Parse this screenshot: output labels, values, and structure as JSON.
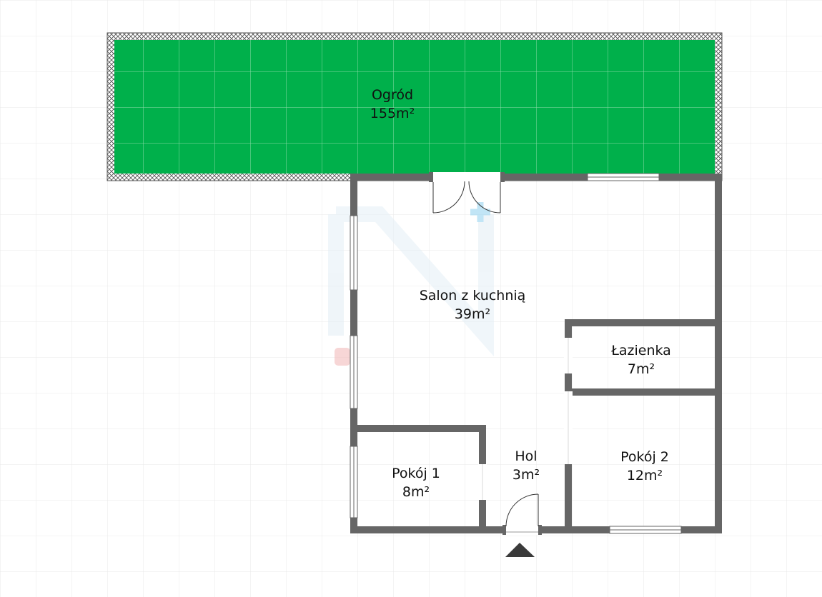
{
  "colors": {
    "background": "#ffffff",
    "grid": "#e9e9e9",
    "garden": "#00b04b",
    "garden_grid": "#8fdcab",
    "wall": "#666666",
    "opening": "#ffffff",
    "door_line": "#333333",
    "entrance_arrow": "#3a3a3a",
    "watermark": "#bfd9e8",
    "watermark_red": "#f2b6b6",
    "watermark_blue": "#8fd0f0"
  },
  "icons": {
    "entrance": "entrance-arrow-icon",
    "watermark": "agency-watermark-logo"
  },
  "rooms": {
    "garden": {
      "name": "Ogród",
      "area": "155m²"
    },
    "living": {
      "name": "Salon z kuchnią",
      "area": "39m²"
    },
    "bathroom": {
      "name": "Łazienka",
      "area": "7m²"
    },
    "room1": {
      "name": "Pokój 1",
      "area": "8m²"
    },
    "hall": {
      "name": "Hol",
      "area": "3m²"
    },
    "room2": {
      "name": "Pokój 2",
      "area": "12m²"
    }
  }
}
